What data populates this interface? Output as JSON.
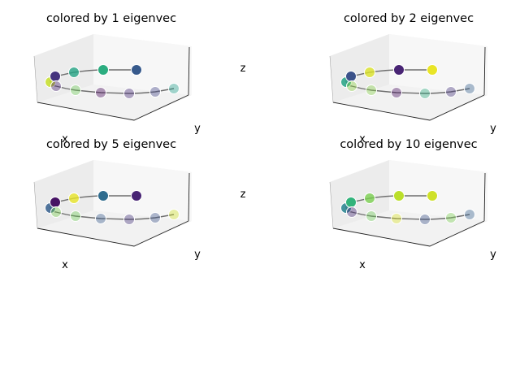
{
  "chart_data": [
    {
      "type": "scatter3d",
      "title": "colored by 1 eigenvec",
      "xlabel": "x",
      "ylabel": "y",
      "zlabel": "z",
      "colormap": "viridis",
      "points": [
        {
          "id": 0,
          "c": 0.92
        },
        {
          "id": 1,
          "c": 0.15
        },
        {
          "id": 2,
          "c": 0.58
        },
        {
          "id": 3,
          "c": 0.62
        },
        {
          "id": 4,
          "c": 0.28
        },
        {
          "id": 5,
          "c": 0.1
        },
        {
          "id": 6,
          "c": 0.78
        },
        {
          "id": 7,
          "c": 0.02
        },
        {
          "id": 8,
          "c": 0.12
        },
        {
          "id": 9,
          "c": 0.2
        },
        {
          "id": 10,
          "c": 0.55
        }
      ]
    },
    {
      "type": "scatter3d",
      "title": "colored by 2 eigenvec",
      "xlabel": "x",
      "ylabel": "y",
      "zlabel": "z",
      "colormap": "viridis",
      "points": [
        {
          "id": 0,
          "c": 0.58
        },
        {
          "id": 1,
          "c": 0.25
        },
        {
          "id": 2,
          "c": 0.95
        },
        {
          "id": 3,
          "c": 0.1
        },
        {
          "id": 4,
          "c": 0.97
        },
        {
          "id": 5,
          "c": 0.83
        },
        {
          "id": 6,
          "c": 0.82
        },
        {
          "id": 7,
          "c": 0.03
        },
        {
          "id": 8,
          "c": 0.62
        },
        {
          "id": 9,
          "c": 0.15
        },
        {
          "id": 10,
          "c": 0.3
        }
      ]
    },
    {
      "type": "scatter3d",
      "title": "colored by 5 eigenvec",
      "xlabel": "x",
      "ylabel": "y",
      "zlabel": "z",
      "colormap": "viridis",
      "points": [
        {
          "id": 0,
          "c": 0.3
        },
        {
          "id": 1,
          "c": 0.05
        },
        {
          "id": 2,
          "c": 0.97
        },
        {
          "id": 3,
          "c": 0.35
        },
        {
          "id": 4,
          "c": 0.1
        },
        {
          "id": 5,
          "c": 0.8
        },
        {
          "id": 6,
          "c": 0.78
        },
        {
          "id": 7,
          "c": 0.28
        },
        {
          "id": 8,
          "c": 0.15
        },
        {
          "id": 9,
          "c": 0.25
        },
        {
          "id": 10,
          "c": 0.93
        }
      ]
    },
    {
      "type": "scatter3d",
      "title": "colored by 10 eigenvec",
      "xlabel": "x",
      "ylabel": "y",
      "zlabel": "z",
      "colormap": "viridis",
      "points": [
        {
          "id": 0,
          "c": 0.45
        },
        {
          "id": 1,
          "c": 0.65
        },
        {
          "id": 2,
          "c": 0.8
        },
        {
          "id": 3,
          "c": 0.9
        },
        {
          "id": 4,
          "c": 0.93
        },
        {
          "id": 5,
          "c": 0.12
        },
        {
          "id": 6,
          "c": 0.78
        },
        {
          "id": 7,
          "c": 0.95
        },
        {
          "id": 8,
          "c": 0.25
        },
        {
          "id": 9,
          "c": 0.8
        },
        {
          "id": 10,
          "c": 0.3
        }
      ]
    }
  ]
}
